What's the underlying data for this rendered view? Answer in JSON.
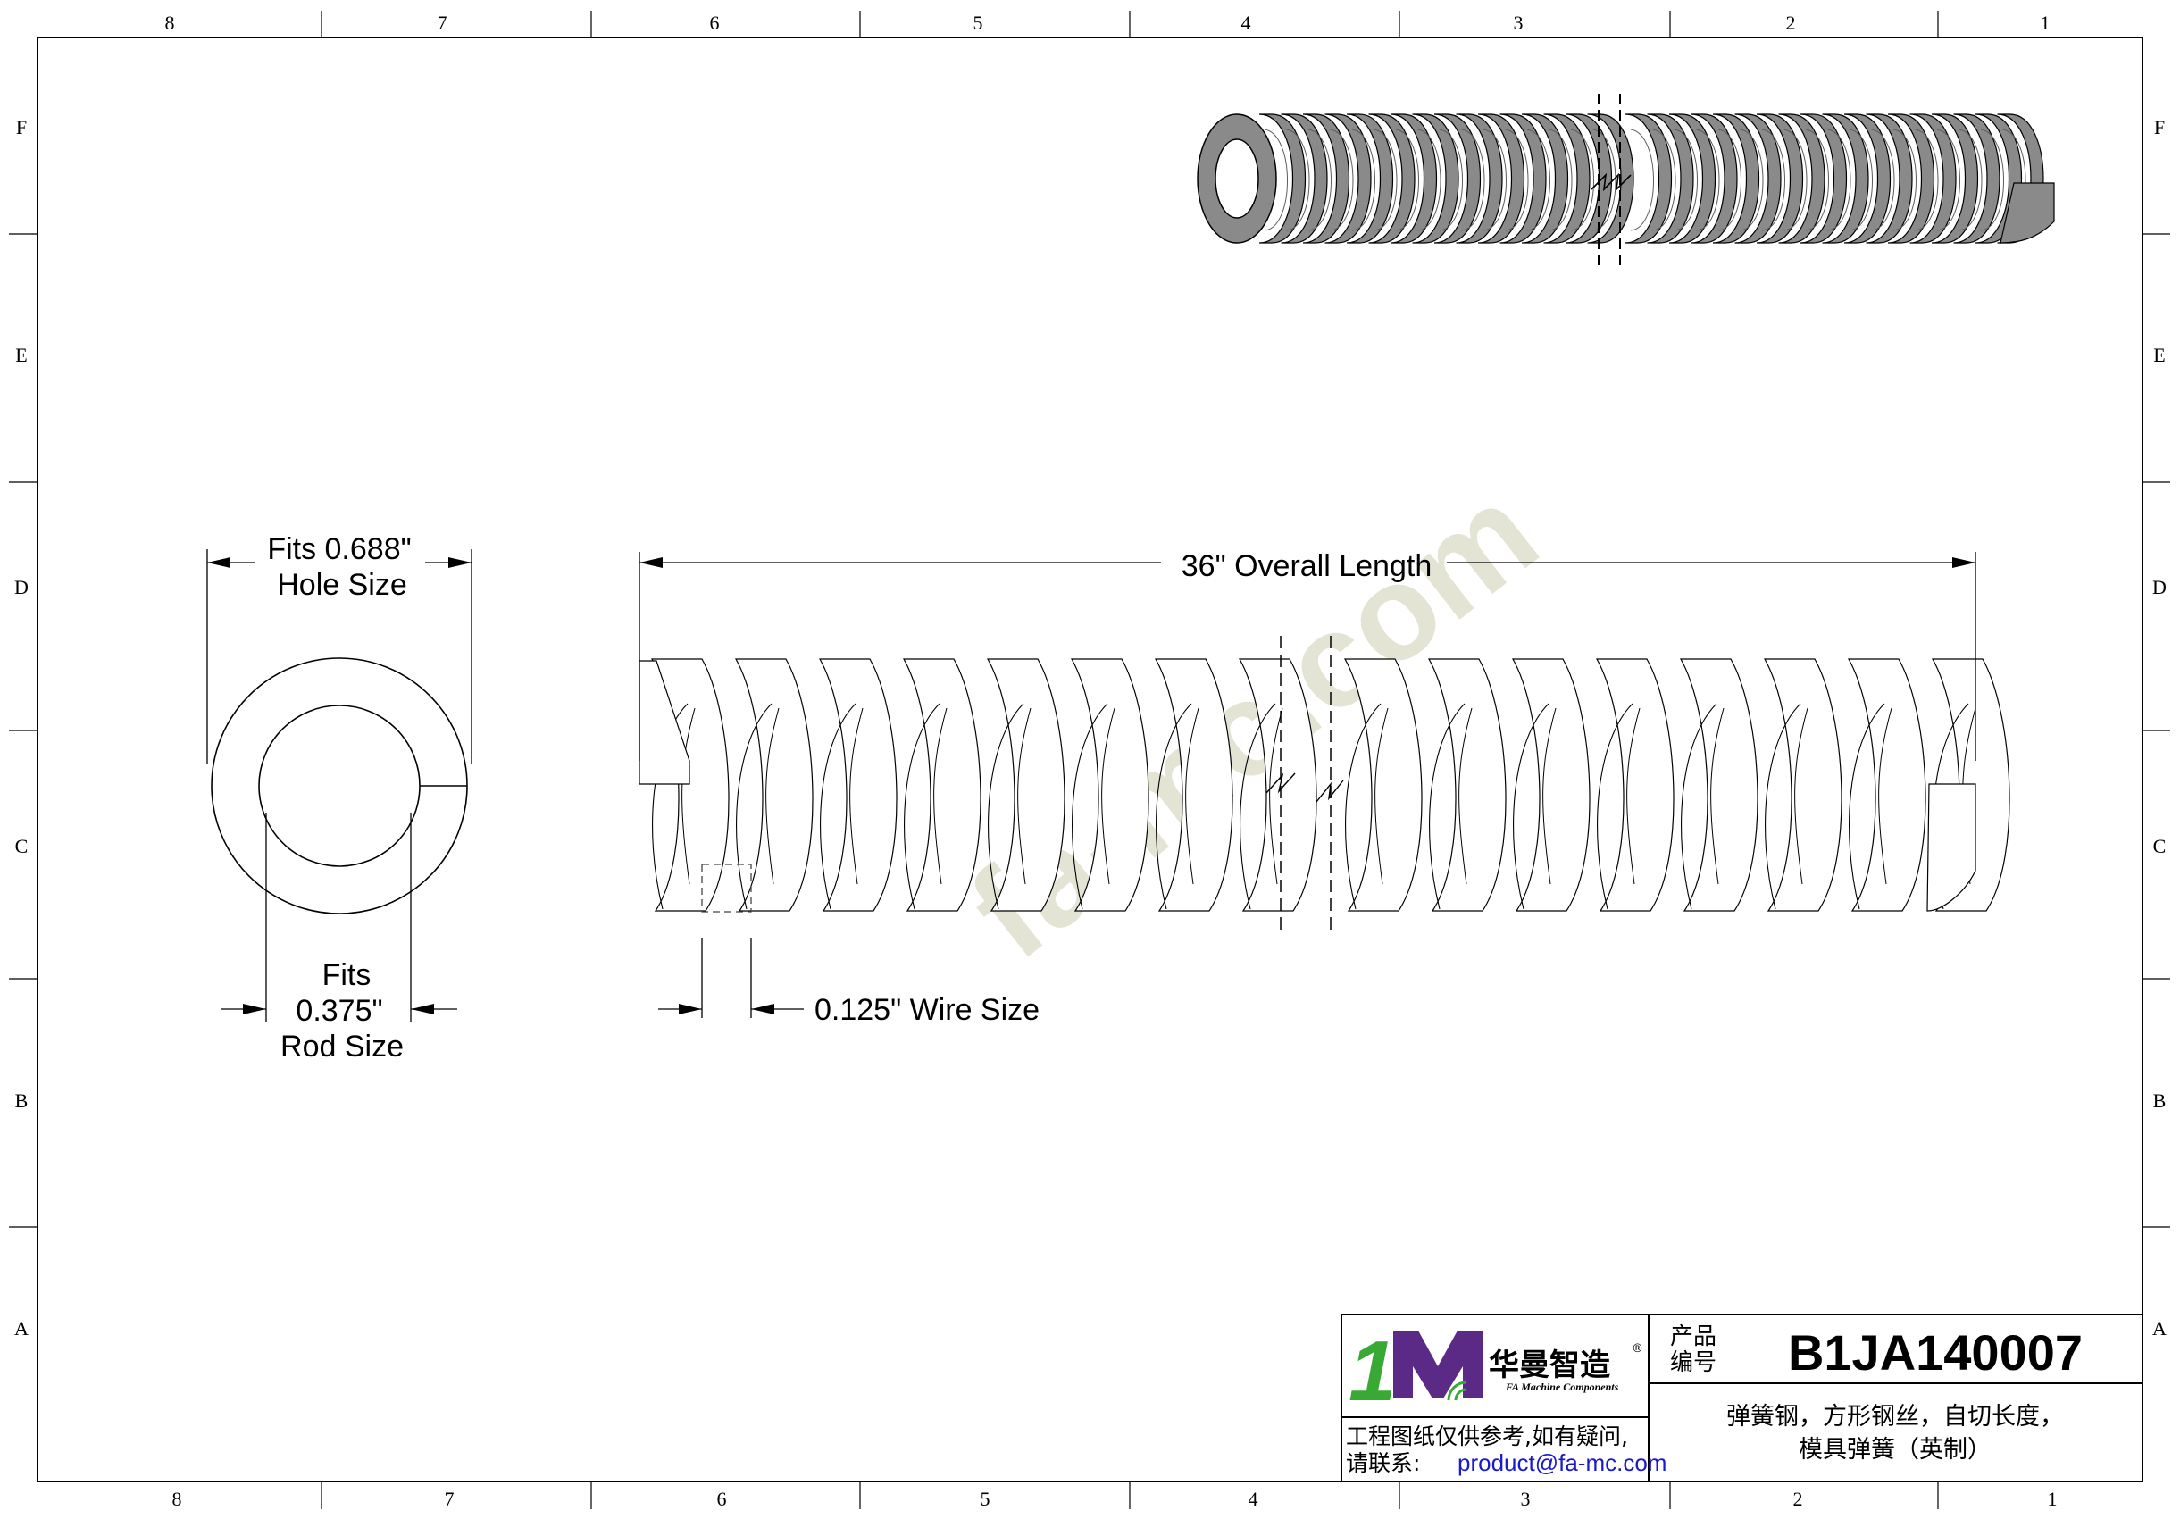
{
  "border": {
    "columns": [
      "8",
      "7",
      "6",
      "5",
      "4",
      "3",
      "2",
      "1"
    ],
    "rows": [
      "F",
      "E",
      "D",
      "C",
      "B",
      "A"
    ]
  },
  "watermark": "fa-mc.com",
  "dimensions": {
    "hole_line1": "Fits 0.688\"",
    "hole_line2": "Hole Size",
    "rod_line1": "Fits",
    "rod_line2": "0.375\"",
    "rod_line3": "Rod Size",
    "overall_length": "36\" Overall Length",
    "wire_size": "0.125\" Wire Size"
  },
  "title_block": {
    "logo_mark": "1M",
    "logo_cn": "华曼智造",
    "logo_registered": "®",
    "logo_en": "FA Machine Components",
    "code_label_line1": "产品",
    "code_label_line2": "编号",
    "product_code": "B1JA140007",
    "description_line1": "弹簧钢，方形钢丝，自切长度，",
    "description_line2": "模具弹簧（英制）",
    "note_line1": "工程图纸仅供参考,如有疑问,",
    "note_prefix": "请联系: ",
    "email": "product@fa-mc.com"
  },
  "colors": {
    "line": "#000000",
    "spring_3d_fill": "#8a8a8a",
    "spring_3d_dark": "#5c5c5c",
    "logo_green": "#39a935",
    "logo_purple": "#5b2a86",
    "email_blue": "#1a1acc"
  }
}
